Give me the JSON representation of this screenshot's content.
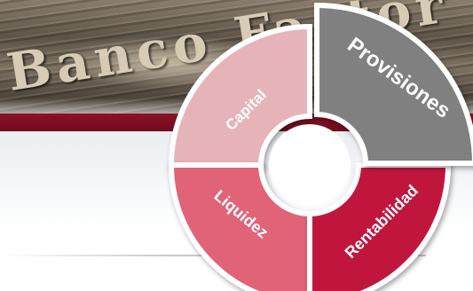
{
  "banner": {
    "text": "Banco Factor"
  },
  "segments": [
    {
      "label": "Capital",
      "color": "#e6b4b8"
    },
    {
      "label": "Provisiones",
      "color": "#808080"
    },
    {
      "label": "Rentabilidad",
      "color": "#c0183e"
    },
    {
      "label": "Liquidez",
      "color": "#e06478"
    }
  ]
}
